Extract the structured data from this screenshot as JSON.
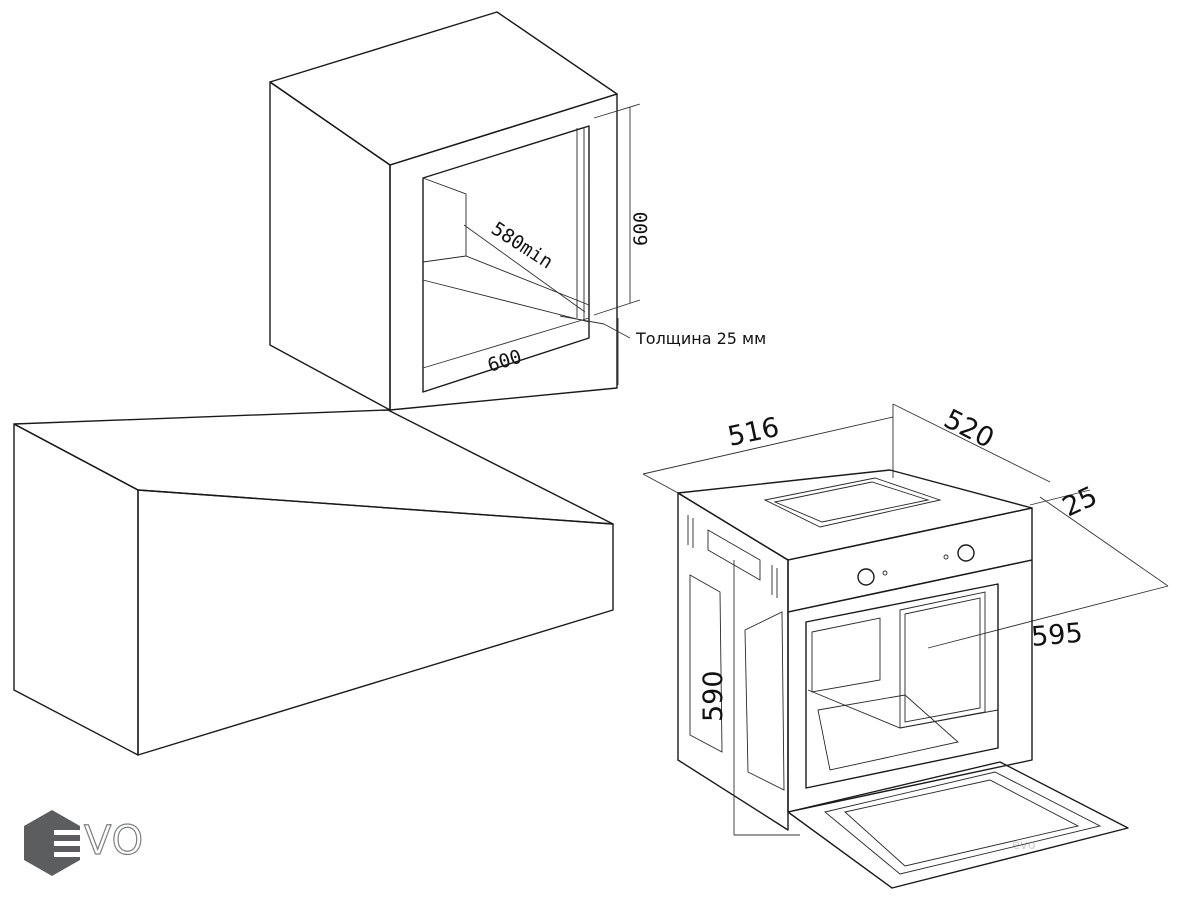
{
  "cabinet": {
    "dim_height": "600",
    "dim_width": "600",
    "dim_depth": "580min",
    "thickness_note": "Толщина 25 мм"
  },
  "oven": {
    "dim_width": "516",
    "dim_depth": "520",
    "dim_panel": "25",
    "dim_front_width": "595",
    "dim_height": "590"
  },
  "brand": {
    "logo_text": "VO",
    "logo_color": "#5b5d5e",
    "watermark": "evo"
  }
}
